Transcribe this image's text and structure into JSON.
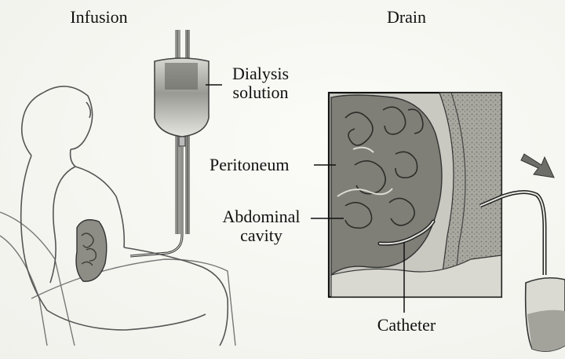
{
  "headings": {
    "infusion": "Infusion",
    "drain": "Drain"
  },
  "labels": {
    "dialysis_line1": "Dialysis",
    "dialysis_line2": "solution",
    "peritoneum": "Peritoneum",
    "abdominal_line1": "Abdominal",
    "abdominal_line2": "cavity",
    "catheter": "Catheter"
  }
}
